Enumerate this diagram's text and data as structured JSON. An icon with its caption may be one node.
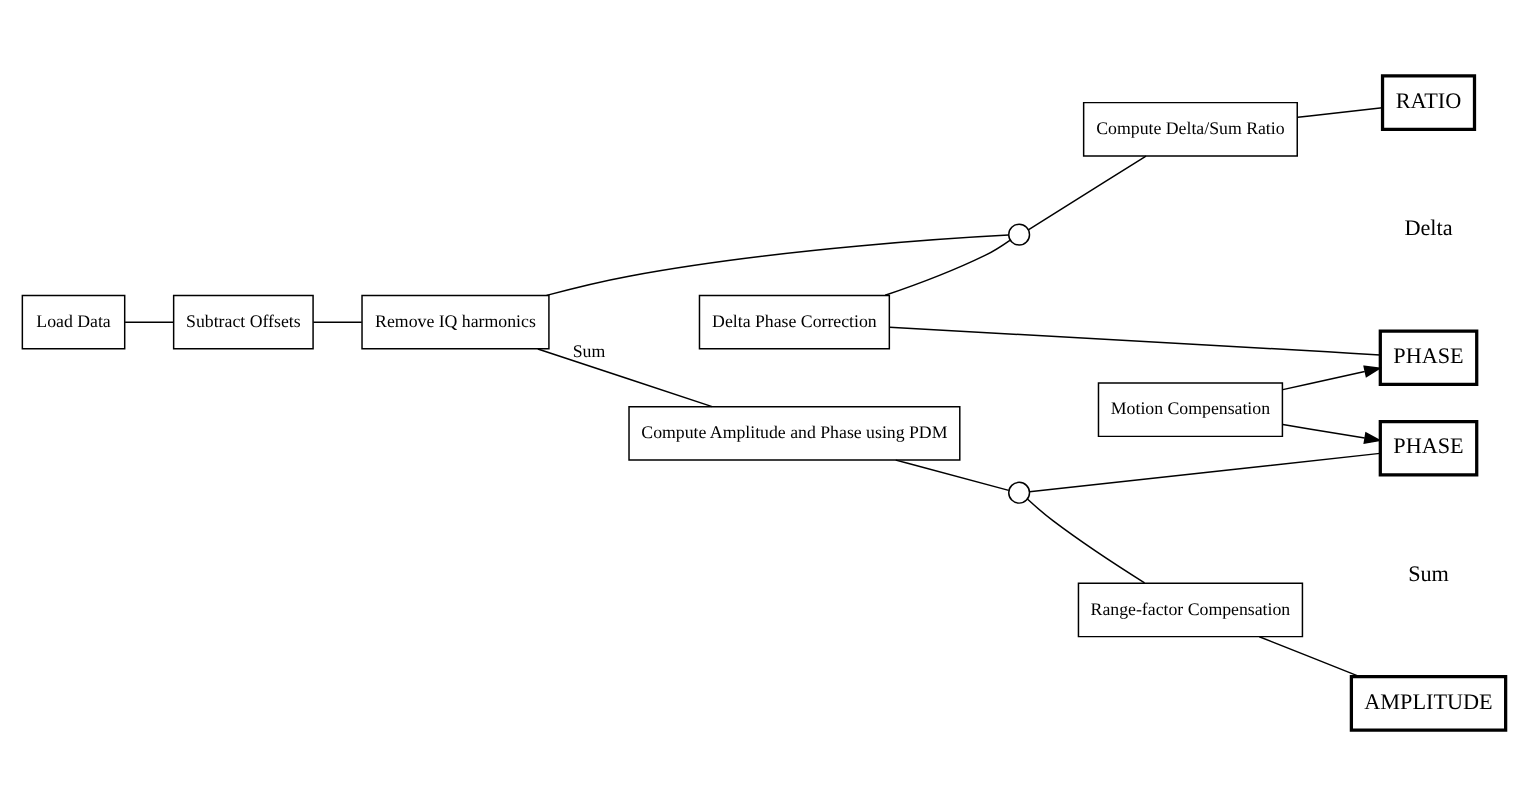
{
  "diagram": {
    "nodes": [
      {
        "text": [
          "Load Data"
        ]
      },
      {
        "text": [
          "Subtract Offsets"
        ]
      },
      {
        "text": [
          "Remove IQ harmonics"
        ]
      },
      {
        "text": [],
        "shape": "circle"
      },
      {
        "text": [
          "Delta Phase Correction"
        ]
      },
      {
        "text": [
          "Compute Delta/Sum Ratio"
        ]
      },
      {
        "text": [
          "RATIO"
        ]
      },
      {
        "text": [
          "PHASE"
        ]
      },
      {
        "text": [
          "Motion Compensation"
        ]
      },
      {
        "text": [
          "Compute Amplitude and Phase using PDM"
        ]
      },
      {
        "text": [],
        "shape": "circle"
      },
      {
        "text": [
          "PHASE"
        ]
      },
      {
        "text": [
          "Range-factor Compensation"
        ]
      },
      {
        "text": [
          "AMPLITUDE"
        ]
      }
    ],
    "edges": [
      {
        "from": 0,
        "to": 1,
        "arrow": "none"
      },
      {
        "from": 1,
        "to": 2,
        "arrow": "none"
      },
      {
        "from": 2,
        "to": 3,
        "arrow": "none"
      },
      {
        "from": 3,
        "to": 5,
        "arrow": "none"
      },
      {
        "from": 4,
        "to": 3,
        "arrow": "none"
      },
      {
        "from": 5,
        "to": 6,
        "arrow": "none"
      },
      {
        "from": 4,
        "to": 7,
        "arrow": "none"
      },
      {
        "from": 2,
        "to": 9,
        "arrow": "none",
        "label": "Sum"
      },
      {
        "from": 9,
        "to": 10,
        "arrow": "none"
      },
      {
        "from": 10,
        "to": 11,
        "arrow": "none"
      },
      {
        "from": 10,
        "to": 12,
        "arrow": "none"
      },
      {
        "from": 12,
        "to": 13,
        "arrow": "none"
      },
      {
        "from": 8,
        "to": 7,
        "arrow": "to"
      },
      {
        "from": 8,
        "to": 11,
        "arrow": "to"
      }
    ],
    "labels": [
      "Delta",
      "Sum"
    ]
  }
}
